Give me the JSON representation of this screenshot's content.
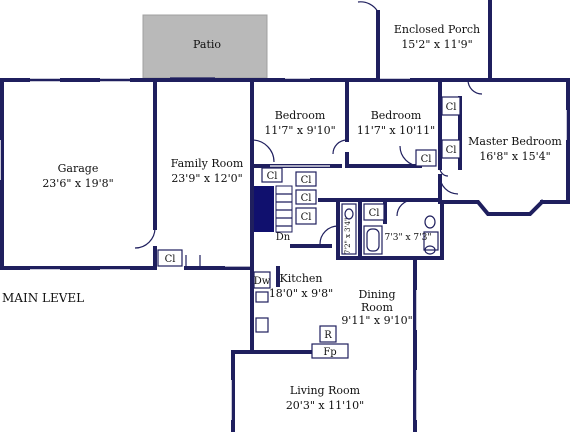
{
  "level_label": "MAIN LEVEL",
  "rooms": {
    "patio": {
      "name": "Patio"
    },
    "enclosed_porch": {
      "name": "Enclosed Porch",
      "dims": "15'2\" x 11'9\""
    },
    "garage": {
      "name": "Garage",
      "dims": "23'6\" x 19'8\""
    },
    "family_room": {
      "name": "Family Room",
      "dims": "23'9\" x 12'0\""
    },
    "bedroom_1": {
      "name": "Bedroom",
      "dims": "11'7\" x 9'10\""
    },
    "bedroom_2": {
      "name": "Bedroom",
      "dims": "11'7\" x 10'11\""
    },
    "master_bedroom": {
      "name": "Master Bedroom",
      "dims": "16'8\" x 15'4\""
    },
    "kitchen": {
      "name": "Kitchen",
      "dims": "18'0\" x 9'8\""
    },
    "dining_room": {
      "name": "Dining",
      "name2": "Room",
      "dims": "9'11\" x 9'10\""
    },
    "living_room": {
      "name": "Living Room",
      "dims": "20'3\" x 11'10\""
    },
    "bath_1": {
      "dims": "7'2\" x 3'4\""
    },
    "bath_2": {
      "dims": "7'3\" x 7'3\""
    }
  },
  "fixtures": {
    "closet": "Cl",
    "down_stairs": "Dn",
    "dishwasher": "Dw",
    "refrigerator": "R",
    "fireplace": "Fp"
  },
  "colors": {
    "wall": "#1f1f5e",
    "patio_fill": "#b9b9b9",
    "stair_fill": "#10106e"
  }
}
